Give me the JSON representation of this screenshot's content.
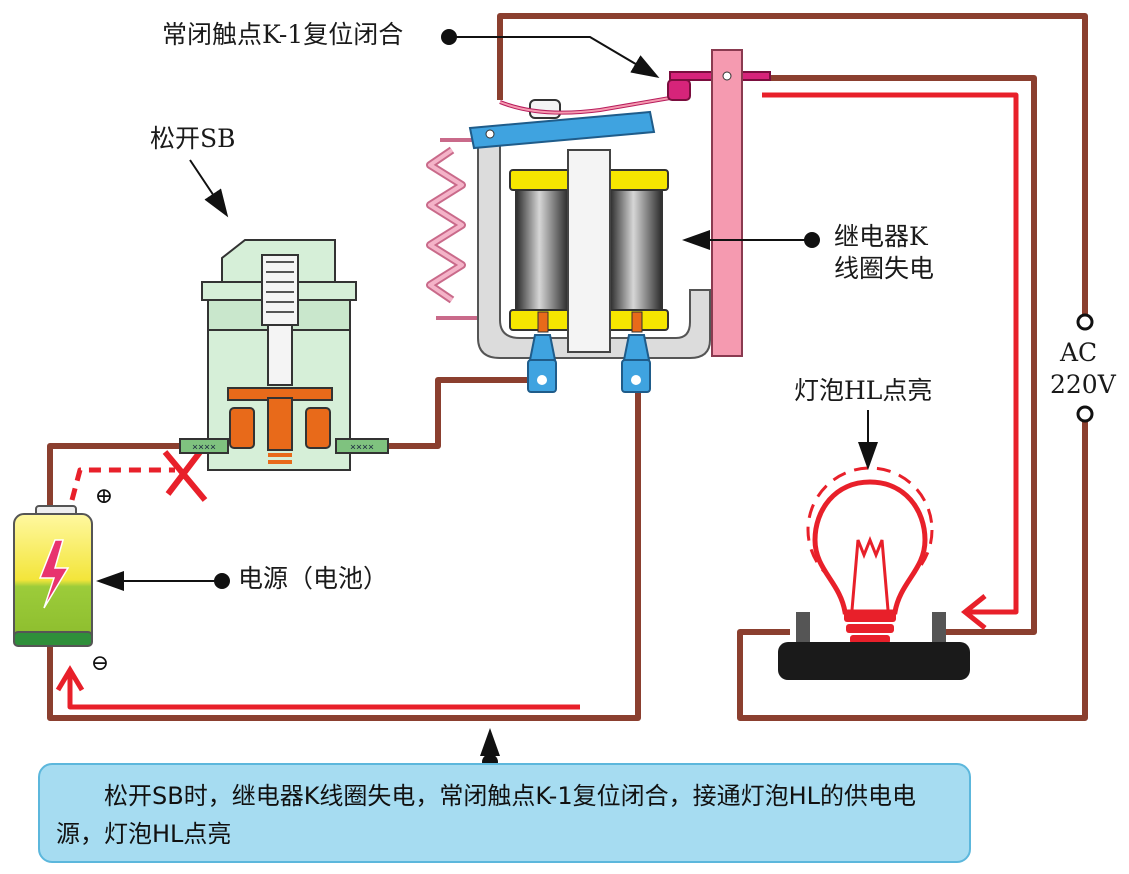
{
  "labels": {
    "contact": "常闭触点K-1复位闭合",
    "switch": "松开SB",
    "coil_line1": "继电器K",
    "coil_line2": "线圈失电",
    "ac_line1": "AC",
    "ac_line2": "220V",
    "bulb": "灯泡HL点亮",
    "battery": "电源（电池）"
  },
  "symbols": {
    "plus": "⊕",
    "minus": "⊖"
  },
  "caption": "松开SB时，继电器K线圈失电，常闭触点K-1复位闭合，接通灯泡HL的供电电源，灯泡HL点亮",
  "colors": {
    "wire": "#8b3f2f",
    "current_arrow": "#e8202a",
    "caption_bg": "#a6dcf1",
    "switch_body": "#d6efd8",
    "relay_arm": "#f59ab0",
    "coil_yellow": "#f6e600"
  }
}
